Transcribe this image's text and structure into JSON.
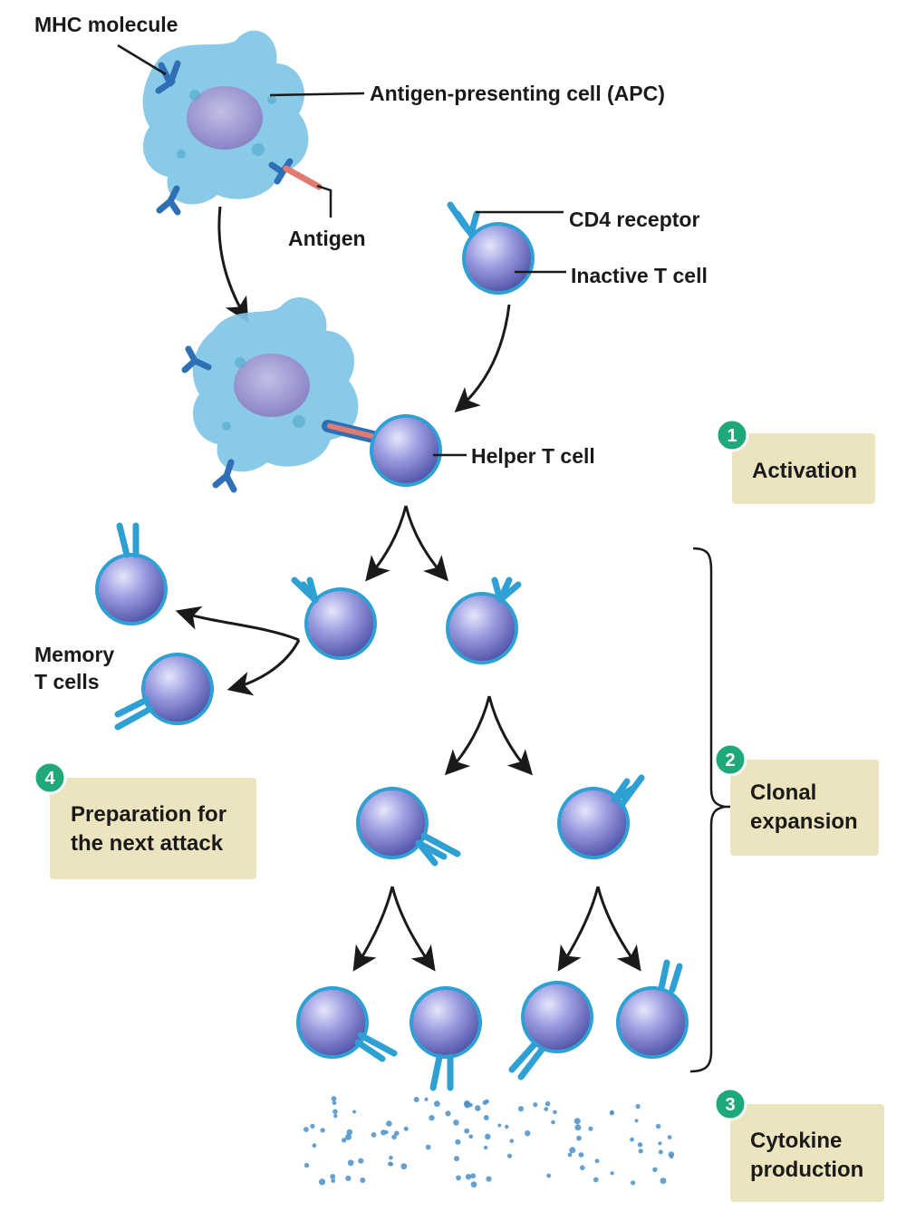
{
  "labels": {
    "mhc_molecule": "MHC molecule",
    "apc": "Antigen-presenting cell (APC)",
    "antigen": "Antigen",
    "cd4_receptor": "CD4 receptor",
    "inactive_t_cell": "Inactive T cell",
    "helper_t_cell": "Helper T cell",
    "memory_line1": "Memory",
    "memory_line2": "T cells"
  },
  "steps": [
    {
      "number": "1",
      "line1": "Activation",
      "line2": ""
    },
    {
      "number": "2",
      "line1": "Clonal",
      "line2": "expansion"
    },
    {
      "number": "3",
      "line1": "Cytokine",
      "line2": "production"
    },
    {
      "number": "4",
      "line1": "Preparation for",
      "line2": "the next attack"
    }
  ],
  "colors": {
    "apc_body": "#7ec6e6",
    "t_cell": "#8e8fd6",
    "receptor": "#2fa0d3",
    "antigen": "#e07a73",
    "step_box": "#ebe4bf",
    "badge": "#1fa878",
    "cytokine": "#4a90c8"
  }
}
